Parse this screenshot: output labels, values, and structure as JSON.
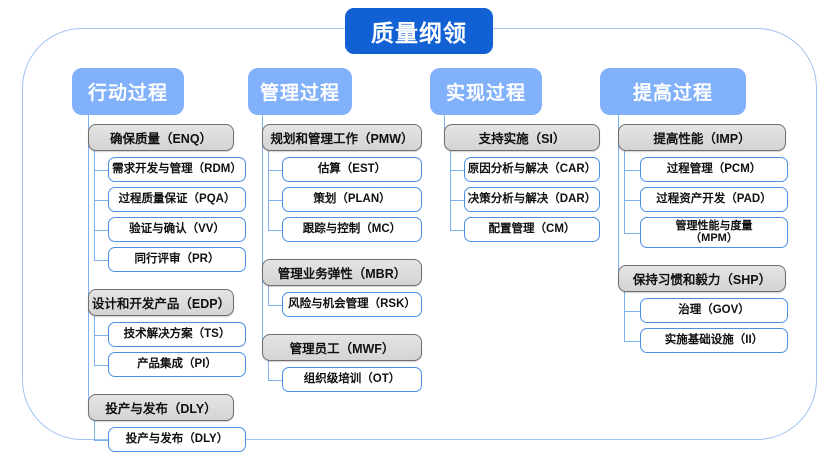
{
  "diagram": {
    "root": {
      "label": "质量纲领"
    },
    "columns": [
      {
        "header": "行动过程",
        "groups": [
          {
            "label": "确保质量（ENQ）",
            "children": [
              "需求开发与管理（RDM）",
              "过程质量保证（PQA）",
              "验证与确认（VV）",
              "同行评审（PR）"
            ]
          },
          {
            "label": "设计和开发产品（EDP）",
            "children": [
              "技术解决方案（TS）",
              "产品集成（PI）"
            ]
          },
          {
            "label": "投产与发布（DLY）",
            "children": [
              "投产与发布（DLY）"
            ]
          }
        ]
      },
      {
        "header": "管理过程",
        "groups": [
          {
            "label": "规划和管理工作（PMW）",
            "children": [
              "估算（EST）",
              "策划（PLAN）",
              "跟踪与控制（MC）"
            ]
          },
          {
            "label": "管理业务弹性（MBR）",
            "children": [
              "风险与机会管理（RSK）"
            ]
          },
          {
            "label": "管理员工（MWF）",
            "children": [
              "组织级培训（OT）"
            ]
          }
        ]
      },
      {
        "header": "实现过程",
        "groups": [
          {
            "label": "支持实施（SI）",
            "children": [
              "原因分析与解决（CAR）",
              "决策分析与解决（DAR）",
              "配置管理（CM）"
            ]
          }
        ]
      },
      {
        "header": "提高过程",
        "groups": [
          {
            "label": "提高性能（IMP）",
            "children": [
              "过程管理（PCM）",
              "过程资产开发（PAD）",
              "管理性能与度量\n（MPM）"
            ]
          },
          {
            "label": "保持习惯和毅力（SHP）",
            "children": [
              "治理（GOV）",
              "实施基础设施（II）"
            ]
          }
        ]
      }
    ]
  },
  "colors": {
    "root_fill": "#1160d4",
    "header_fill": "#82b1fb",
    "group_fill": "#d9d9d9",
    "group_border": "#6e6e6e",
    "leaf_border": "#4a90e2",
    "connector": "#7fb0ef",
    "frame_border": "#9ec3f0"
  }
}
